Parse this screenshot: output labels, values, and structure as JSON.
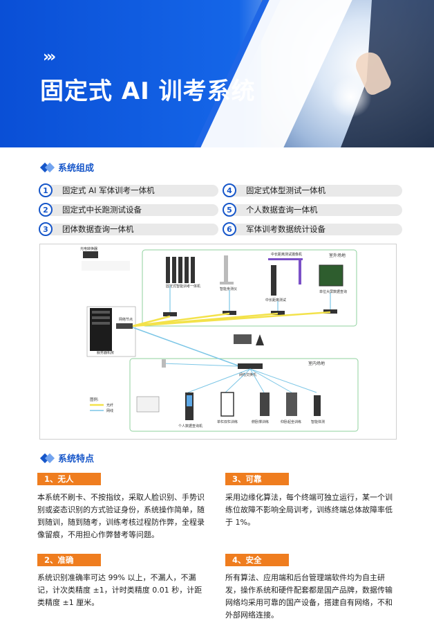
{
  "header": {
    "chevrons": "›››",
    "title": "固定式 AI 训考系统"
  },
  "composition": {
    "title": "系统组成",
    "items": [
      {
        "num": "1",
        "label": "固定式 AI 军体训考一体机"
      },
      {
        "num": "2",
        "label": "固定式中长跑测试设备"
      },
      {
        "num": "3",
        "label": "团体数据查询一体机"
      },
      {
        "num": "4",
        "label": "固定式体型测试一体机"
      },
      {
        "num": "5",
        "label": "个人数据查询一体机"
      },
      {
        "num": "6",
        "label": "军体训考数据统计设备"
      }
    ]
  },
  "diagram": {
    "labels": {
      "poe": "光电转换器",
      "server": "服务器机房",
      "gate": "网络节点",
      "term1": "固定式智能训考一体机",
      "term2": "智能身测仪",
      "term3": "中长距离测试",
      "outdoor": "室外场地",
      "indoor": "室内场地",
      "camera": "中长距离测试摄像机",
      "screen": "单位大屏数据查询",
      "router": "网络交换机",
      "legend_title": "图例:",
      "legend_a": "光纤",
      "legend_b": "网线",
      "kiosk": "个人数据查询机",
      "eq1": "单杠双杠训练",
      "eq2": "俯卧撑训练",
      "eq3": "仰卧起坐训练",
      "eq4": "智能体测"
    }
  },
  "features": {
    "title": "系统特点",
    "items": [
      {
        "tag": "1、无人",
        "text": "本系统不刷卡、不按指纹，采取人脸识别、手势识别或姿态识别的方式验证身份，系统操作简单，随到随训，随到随考，训练考核过程防作弊，全程录像留痕，不用担心作弊替考等问题。"
      },
      {
        "tag": "2、准确",
        "text": "系统识别准确率可达 99% 以上，不漏人，不漏记，计次类精度 ±1，计时类精度 0.01 秒，计距类精度 ±1 厘米。"
      },
      {
        "tag": "3、可靠",
        "text": "采用边缘化算法，每个终端可独立运行，某一个训练位故障不影响全局训考，训练终端总体故障率低于 1%。"
      },
      {
        "tag": "4、安全",
        "text": "所有算法、应用端和后台管理端软件均为自主研发，操作系统和硬件配套都是国产品牌，数据传输网络均采用可靠的国产设备，搭建自有网络，不和外部网络连接。"
      }
    ]
  },
  "colors": {
    "brand_blue": "#1656c9",
    "accent_orange": "#ef7d1f"
  }
}
